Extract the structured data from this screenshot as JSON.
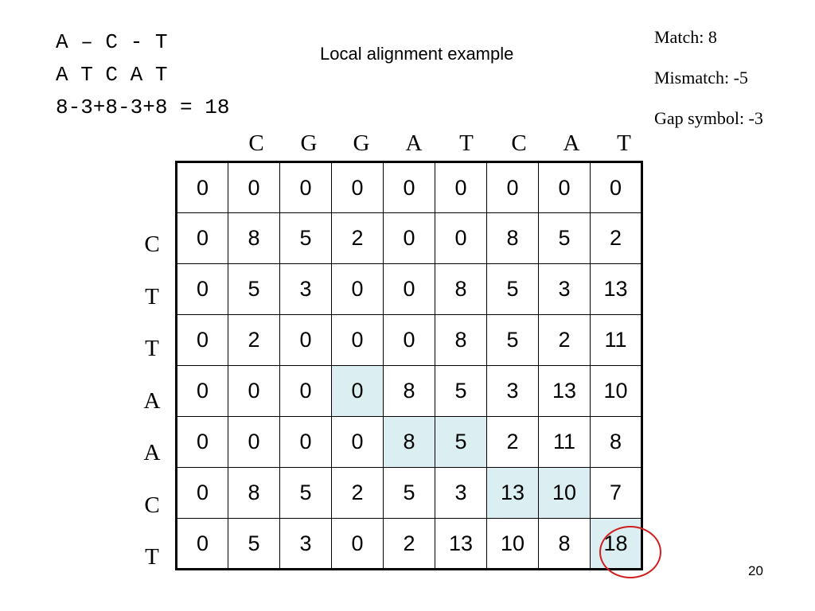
{
  "alignment": {
    "line1": "A – C - T",
    "line2": "A T C A T",
    "score": "8-3+8-3+8 = 18"
  },
  "title": "Local alignment example",
  "scoring": {
    "match": "Match: 8",
    "mismatch": "Mismatch: -5",
    "gap": "Gap symbol: -3"
  },
  "column_sequence": [
    "C",
    "G",
    "G",
    "A",
    "T",
    "C",
    "A",
    "T"
  ],
  "row_sequence": [
    "C",
    "T",
    "T",
    "A",
    "A",
    "C",
    "T"
  ],
  "matrix": [
    [
      "0",
      "0",
      "0",
      "0",
      "0",
      "0",
      "0",
      "0",
      "0"
    ],
    [
      "0",
      "8",
      "5",
      "2",
      "0",
      "0",
      "8",
      "5",
      "2"
    ],
    [
      "0",
      "5",
      "3",
      "0",
      "0",
      "8",
      "5",
      "3",
      "13"
    ],
    [
      "0",
      "2",
      "0",
      "0",
      "0",
      "8",
      "5",
      "2",
      "11"
    ],
    [
      "0",
      "0",
      "0",
      "0",
      "8",
      "5",
      "3",
      "13",
      "10"
    ],
    [
      "0",
      "0",
      "0",
      "0",
      "8",
      "5",
      "2",
      "11",
      "8"
    ],
    [
      "0",
      "8",
      "5",
      "2",
      "5",
      "3",
      "13",
      "10",
      "7"
    ],
    [
      "0",
      "5",
      "3",
      "0",
      "2",
      "13",
      "10",
      "8",
      "18"
    ]
  ],
  "traceback_path": [
    [
      4,
      3
    ],
    [
      5,
      4
    ],
    [
      5,
      5
    ],
    [
      6,
      6
    ],
    [
      6,
      7
    ],
    [
      7,
      8
    ]
  ],
  "highlight_color": "#dbeef2",
  "max_marker_color": "#d11f1f",
  "slide_number": "20"
}
